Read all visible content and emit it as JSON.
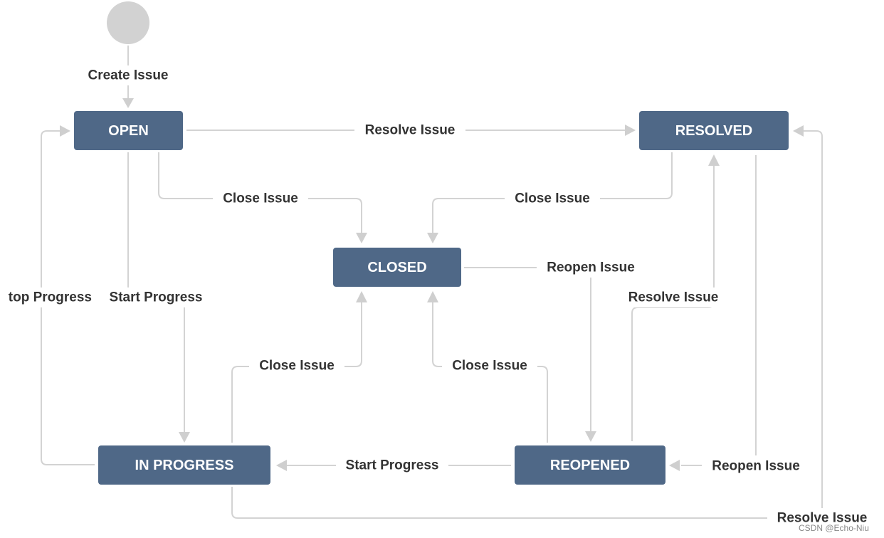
{
  "colors": {
    "state_fill": "#4f6887",
    "state_text": "#ffffff",
    "edge": "#d3d3d3",
    "arrow": "#cfcfcf",
    "start_node": "#d2d2d2",
    "label_text": "#333333"
  },
  "states": {
    "open": "OPEN",
    "resolved": "RESOLVED",
    "closed": "CLOSED",
    "in_progress": "IN PROGRESS",
    "reopened": "REOPENED"
  },
  "transitions": {
    "create_issue": "Create Issue",
    "resolve_open_to_resolved": "Resolve Issue",
    "close_open_to_closed": "Close Issue",
    "close_resolved_to_closed": "Close Issue",
    "reopen_closed_to_reopened": "Reopen Issue",
    "resolve_reopened_to_resolved": "Resolve Issue",
    "stop_progress": "top Progress",
    "start_progress_open": "Start Progress",
    "close_inprogress_to_closed": "Close Issue",
    "close_reopened_to_closed": "Close Issue",
    "start_progress_reopened": "Start Progress",
    "reopen_resolved_to_reopened": "Reopen Issue",
    "resolve_inprogress_to_resolved": "Resolve Issue"
  },
  "watermark": "CSDN @Echo-Niu"
}
